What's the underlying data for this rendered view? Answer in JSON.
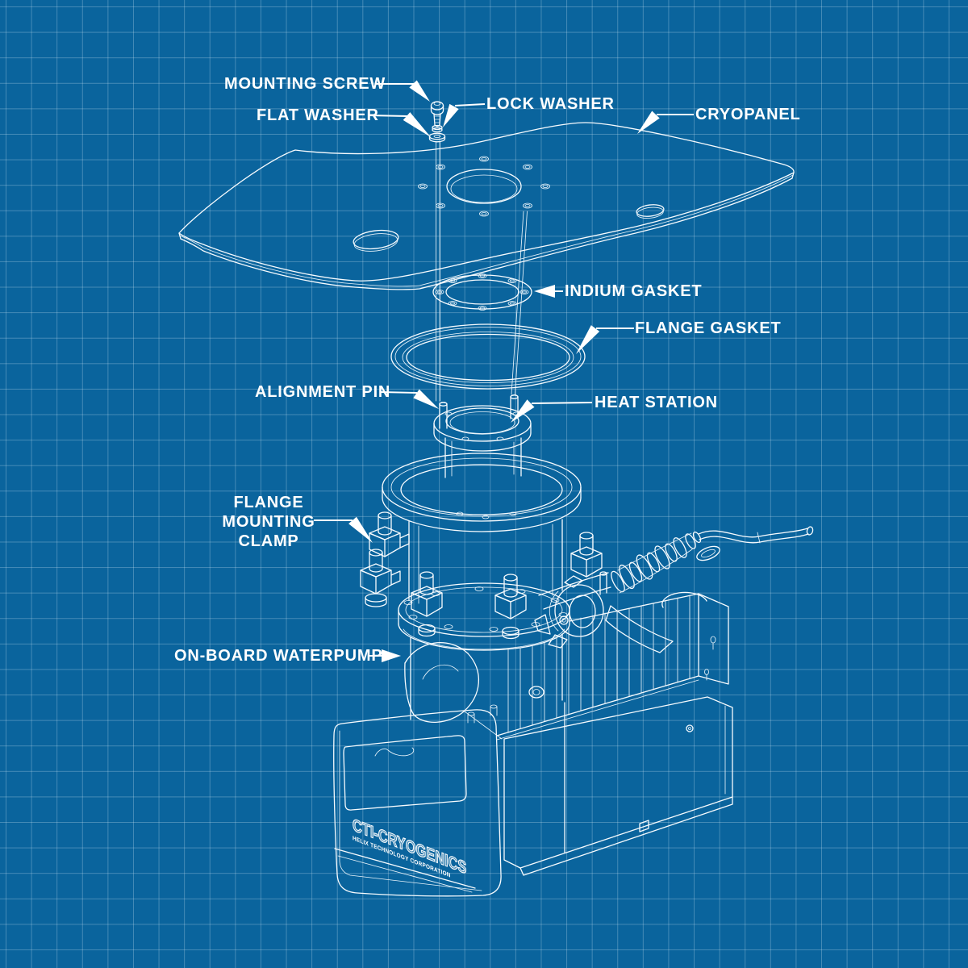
{
  "scene": {
    "kind": "blueprint exploded-view diagram",
    "subject": "cryopump assembly"
  },
  "colors": {
    "background": "#0a649d",
    "grid": "#4f87ae",
    "line": "#ffffff",
    "label_text": "#ffffff"
  },
  "labels": {
    "mounting_screw": "MOUNTING SCREW",
    "lock_washer": "LOCK WASHER",
    "flat_washer": "FLAT WASHER",
    "cryopanel": "CRYOPANEL",
    "indium_gasket": "INDIUM GASKET",
    "flange_gasket": "FLANGE GASKET",
    "alignment_pin": "ALIGNMENT PIN",
    "heat_station": "HEAT STATION",
    "flange_mounting_clamp_l1": "FLANGE MOUNTING",
    "flange_mounting_clamp_l2": "CLAMP",
    "on_board_waterpump": "ON-BOARD WATERPUMP"
  },
  "logo": {
    "brand": "CTI-CRYOGENICS",
    "subtitle": "HELIX TECHNOLOGY CORPORATION"
  }
}
